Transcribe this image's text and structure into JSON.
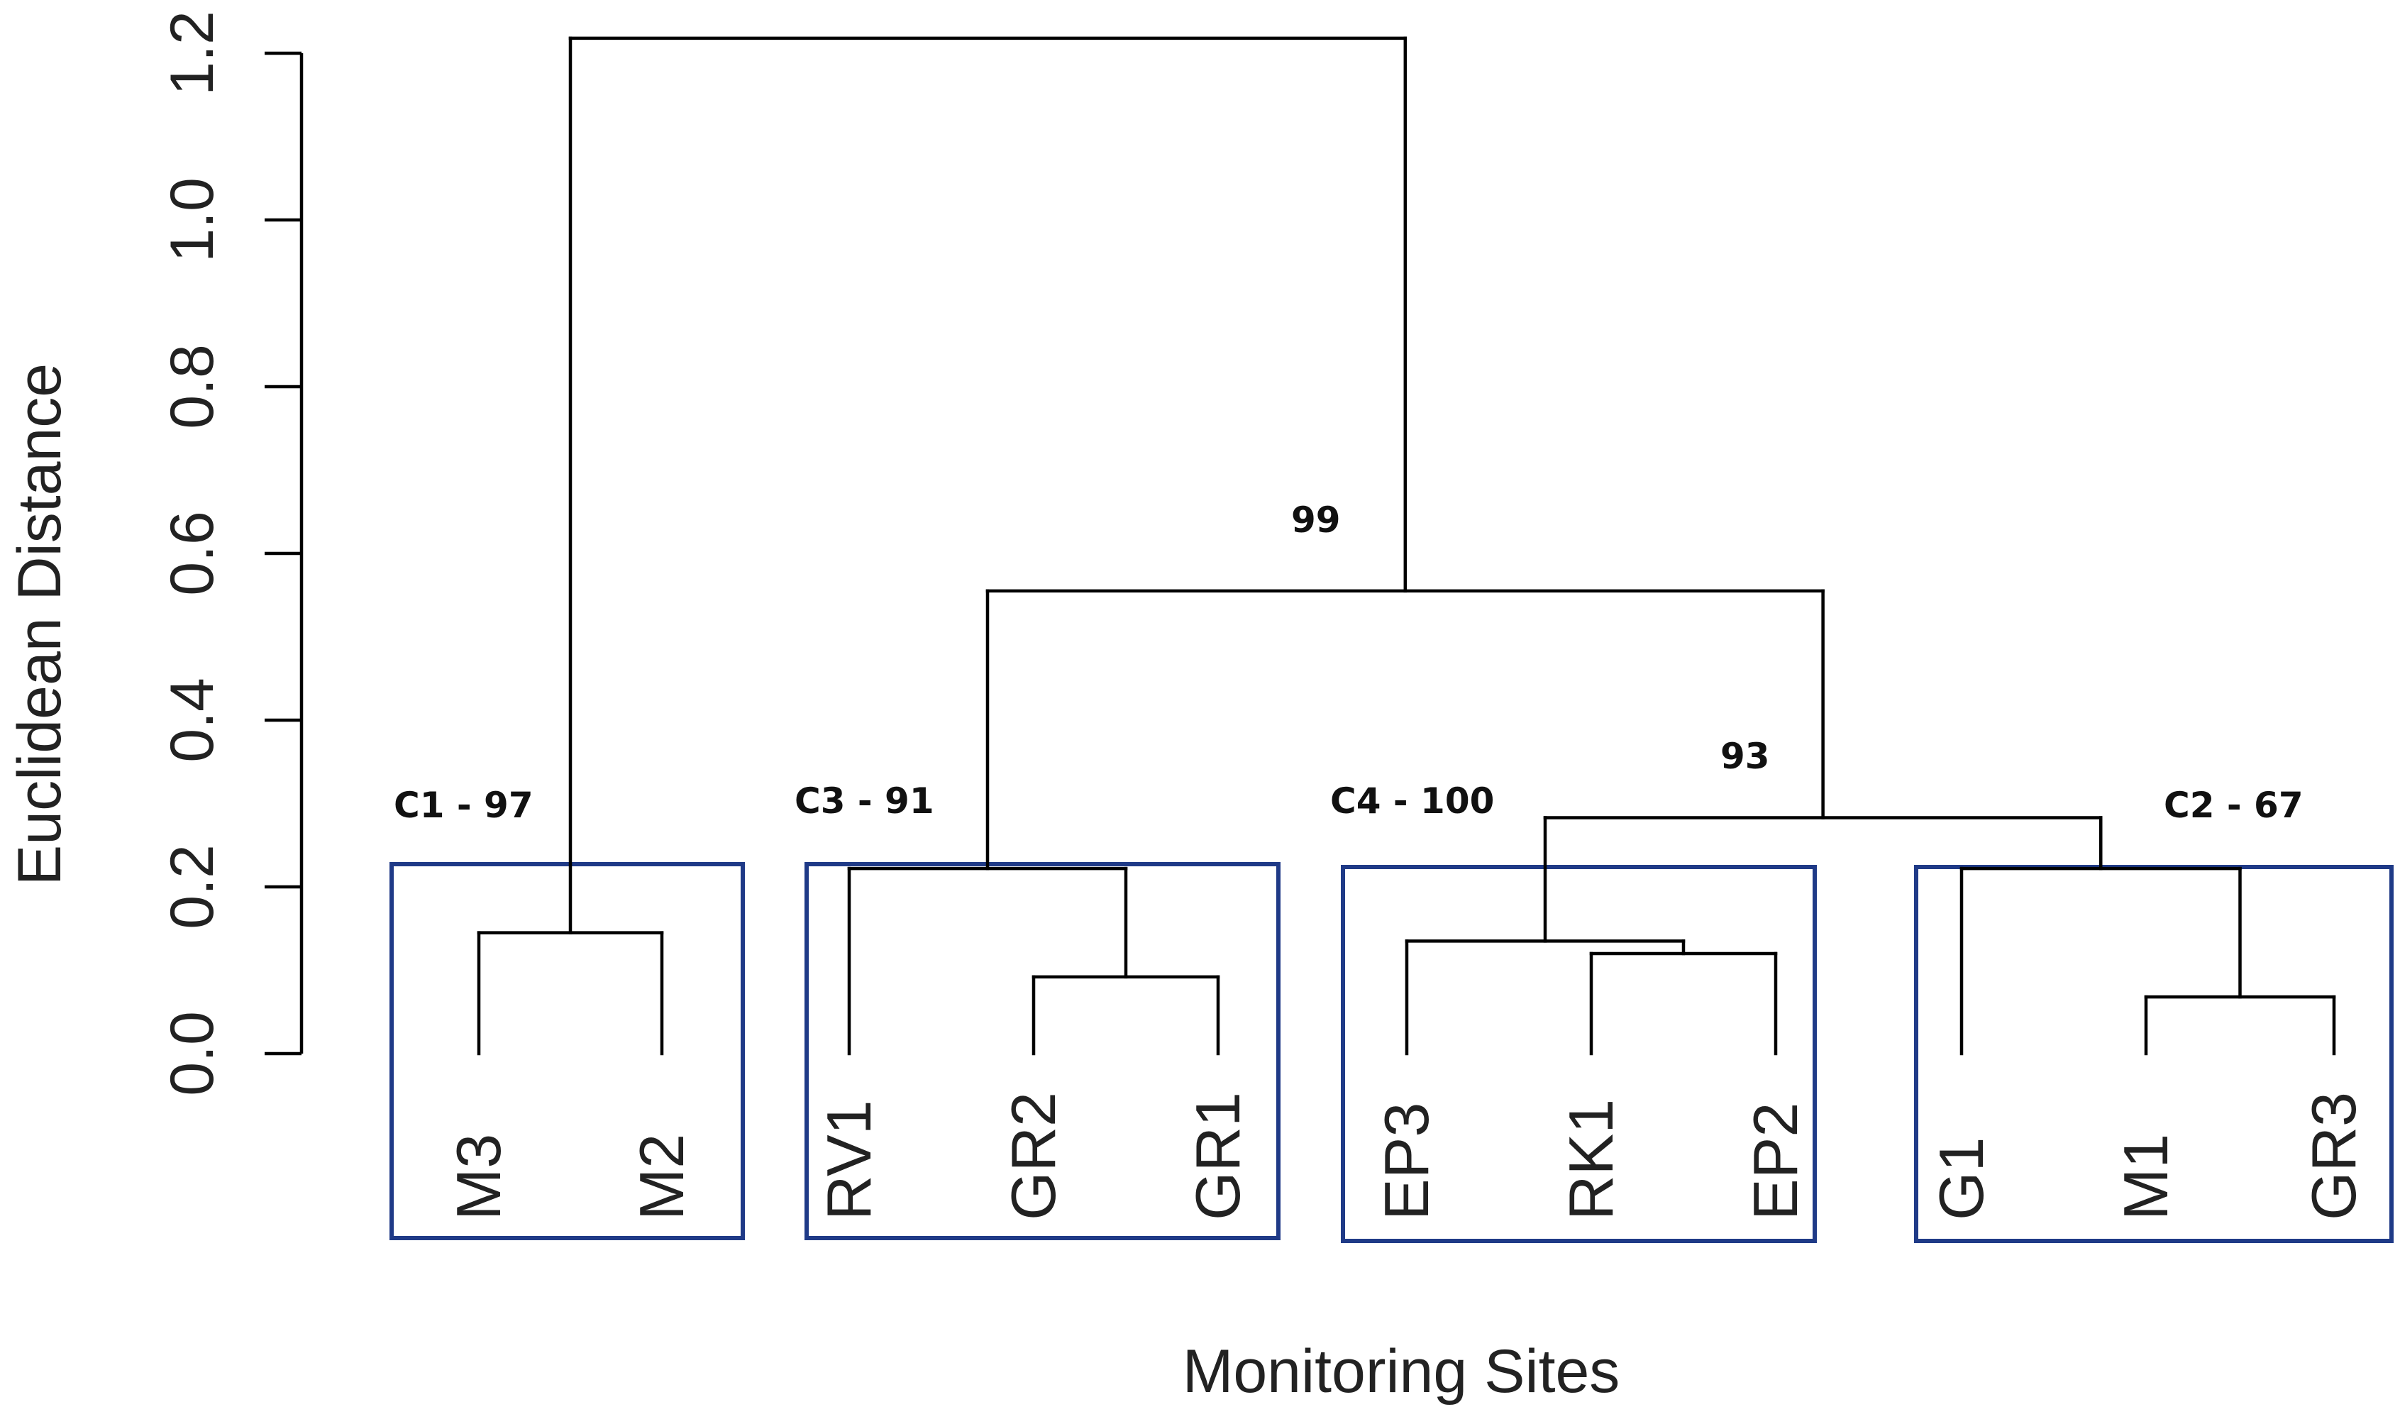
{
  "chart_data": {
    "type": "dendrogram",
    "ylabel": "Euclidean Distance",
    "xlabel": "Monitoring Sites",
    "ylim": [
      0,
      1.2
    ],
    "yticks": [
      "0.0",
      "0.2",
      "0.4",
      "0.6",
      "0.8",
      "1.0",
      "1.2"
    ],
    "leaves": [
      "M3",
      "M2",
      "RV1",
      "GR2",
      "GR1",
      "EP3",
      "RK1",
      "EP2",
      "G1",
      "M1",
      "GR3"
    ],
    "merges": [
      {
        "left": "M3",
        "right": "M2",
        "height": 0.145
      },
      {
        "left": "GR2",
        "right": "GR1",
        "height": 0.092
      },
      {
        "left": "RV1",
        "right": "GR2+GR1",
        "height": 0.222
      },
      {
        "left": "RK1",
        "right": "EP2",
        "height": 0.12
      },
      {
        "left": "EP3",
        "right": "RK1+EP2",
        "height": 0.135
      },
      {
        "left": "M1",
        "right": "GR3",
        "height": 0.068
      },
      {
        "left": "G1",
        "right": "M1+GR3",
        "height": 0.222
      },
      {
        "left": "C4",
        "right": "C2",
        "height": 0.283
      },
      {
        "left": "C3",
        "right": "C4+C2",
        "height": 0.555
      },
      {
        "left": "C1",
        "right": "C3+C4+C2",
        "height": 1.218
      }
    ],
    "clusters": [
      {
        "label": "C1 - 97",
        "leaves": [
          "M3",
          "M2"
        ]
      },
      {
        "label": "C3 - 91",
        "leaves": [
          "RV1",
          "GR2",
          "GR1"
        ]
      },
      {
        "label": "C4 - 100",
        "leaves": [
          "EP3",
          "RK1",
          "EP2"
        ]
      },
      {
        "label": "C2 - 67",
        "leaves": [
          "G1",
          "M1",
          "GR3"
        ]
      }
    ],
    "node_support": [
      {
        "label": "99",
        "node": "C3+C4+C2"
      },
      {
        "label": "93",
        "node": "C4+C2"
      }
    ]
  }
}
